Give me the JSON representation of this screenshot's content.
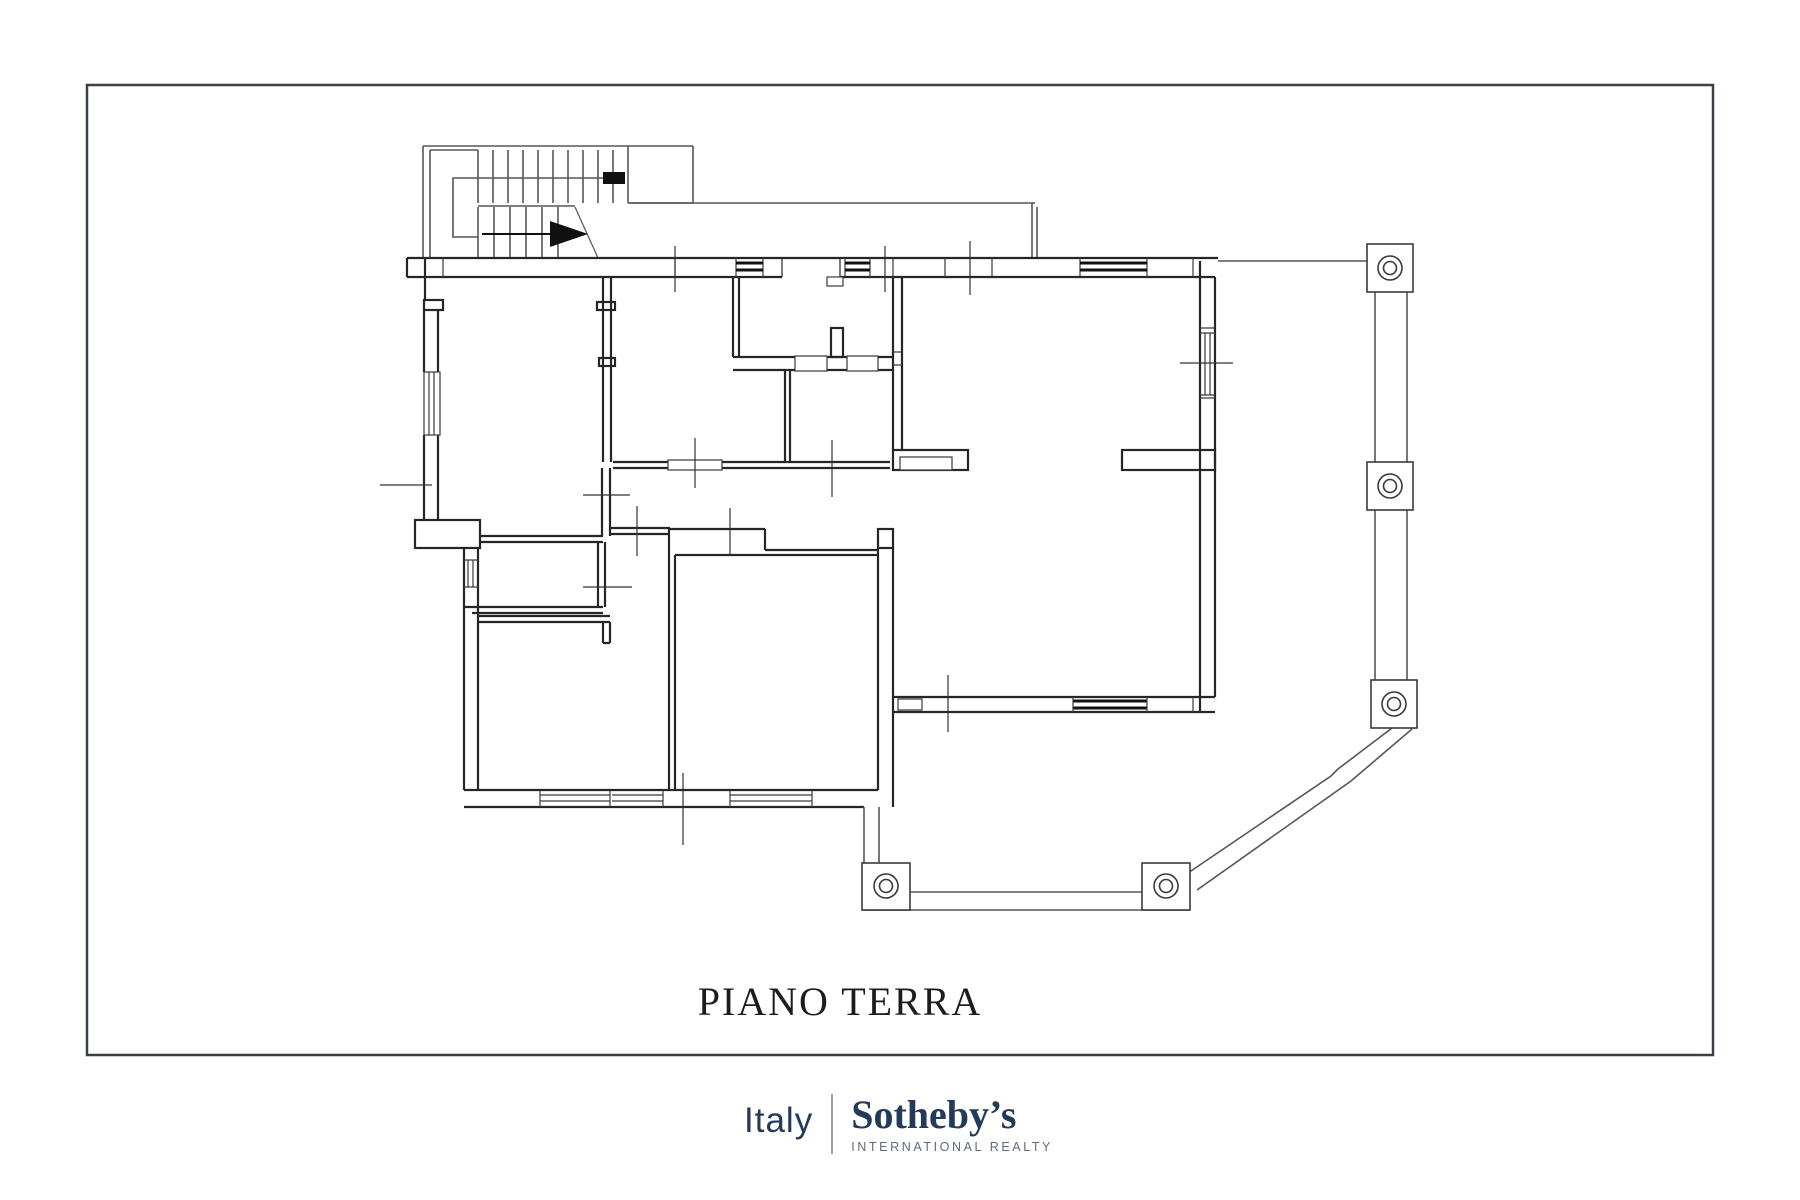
{
  "plan": {
    "title": "PIANO TERRA",
    "frame_color": "#3a4047",
    "wall_color": "#262626",
    "light_line_color": "#565656",
    "tick_color": "#333333",
    "dark_fill": "#111111"
  },
  "footer_logo": {
    "region_label": "Italy",
    "brand": "Sotheby’s",
    "brand_sub": "INTERNATIONAL REALTY",
    "brand_color": "#243a5a",
    "sub_color": "#5d6b80",
    "divider_color": "#9aa0a8"
  }
}
